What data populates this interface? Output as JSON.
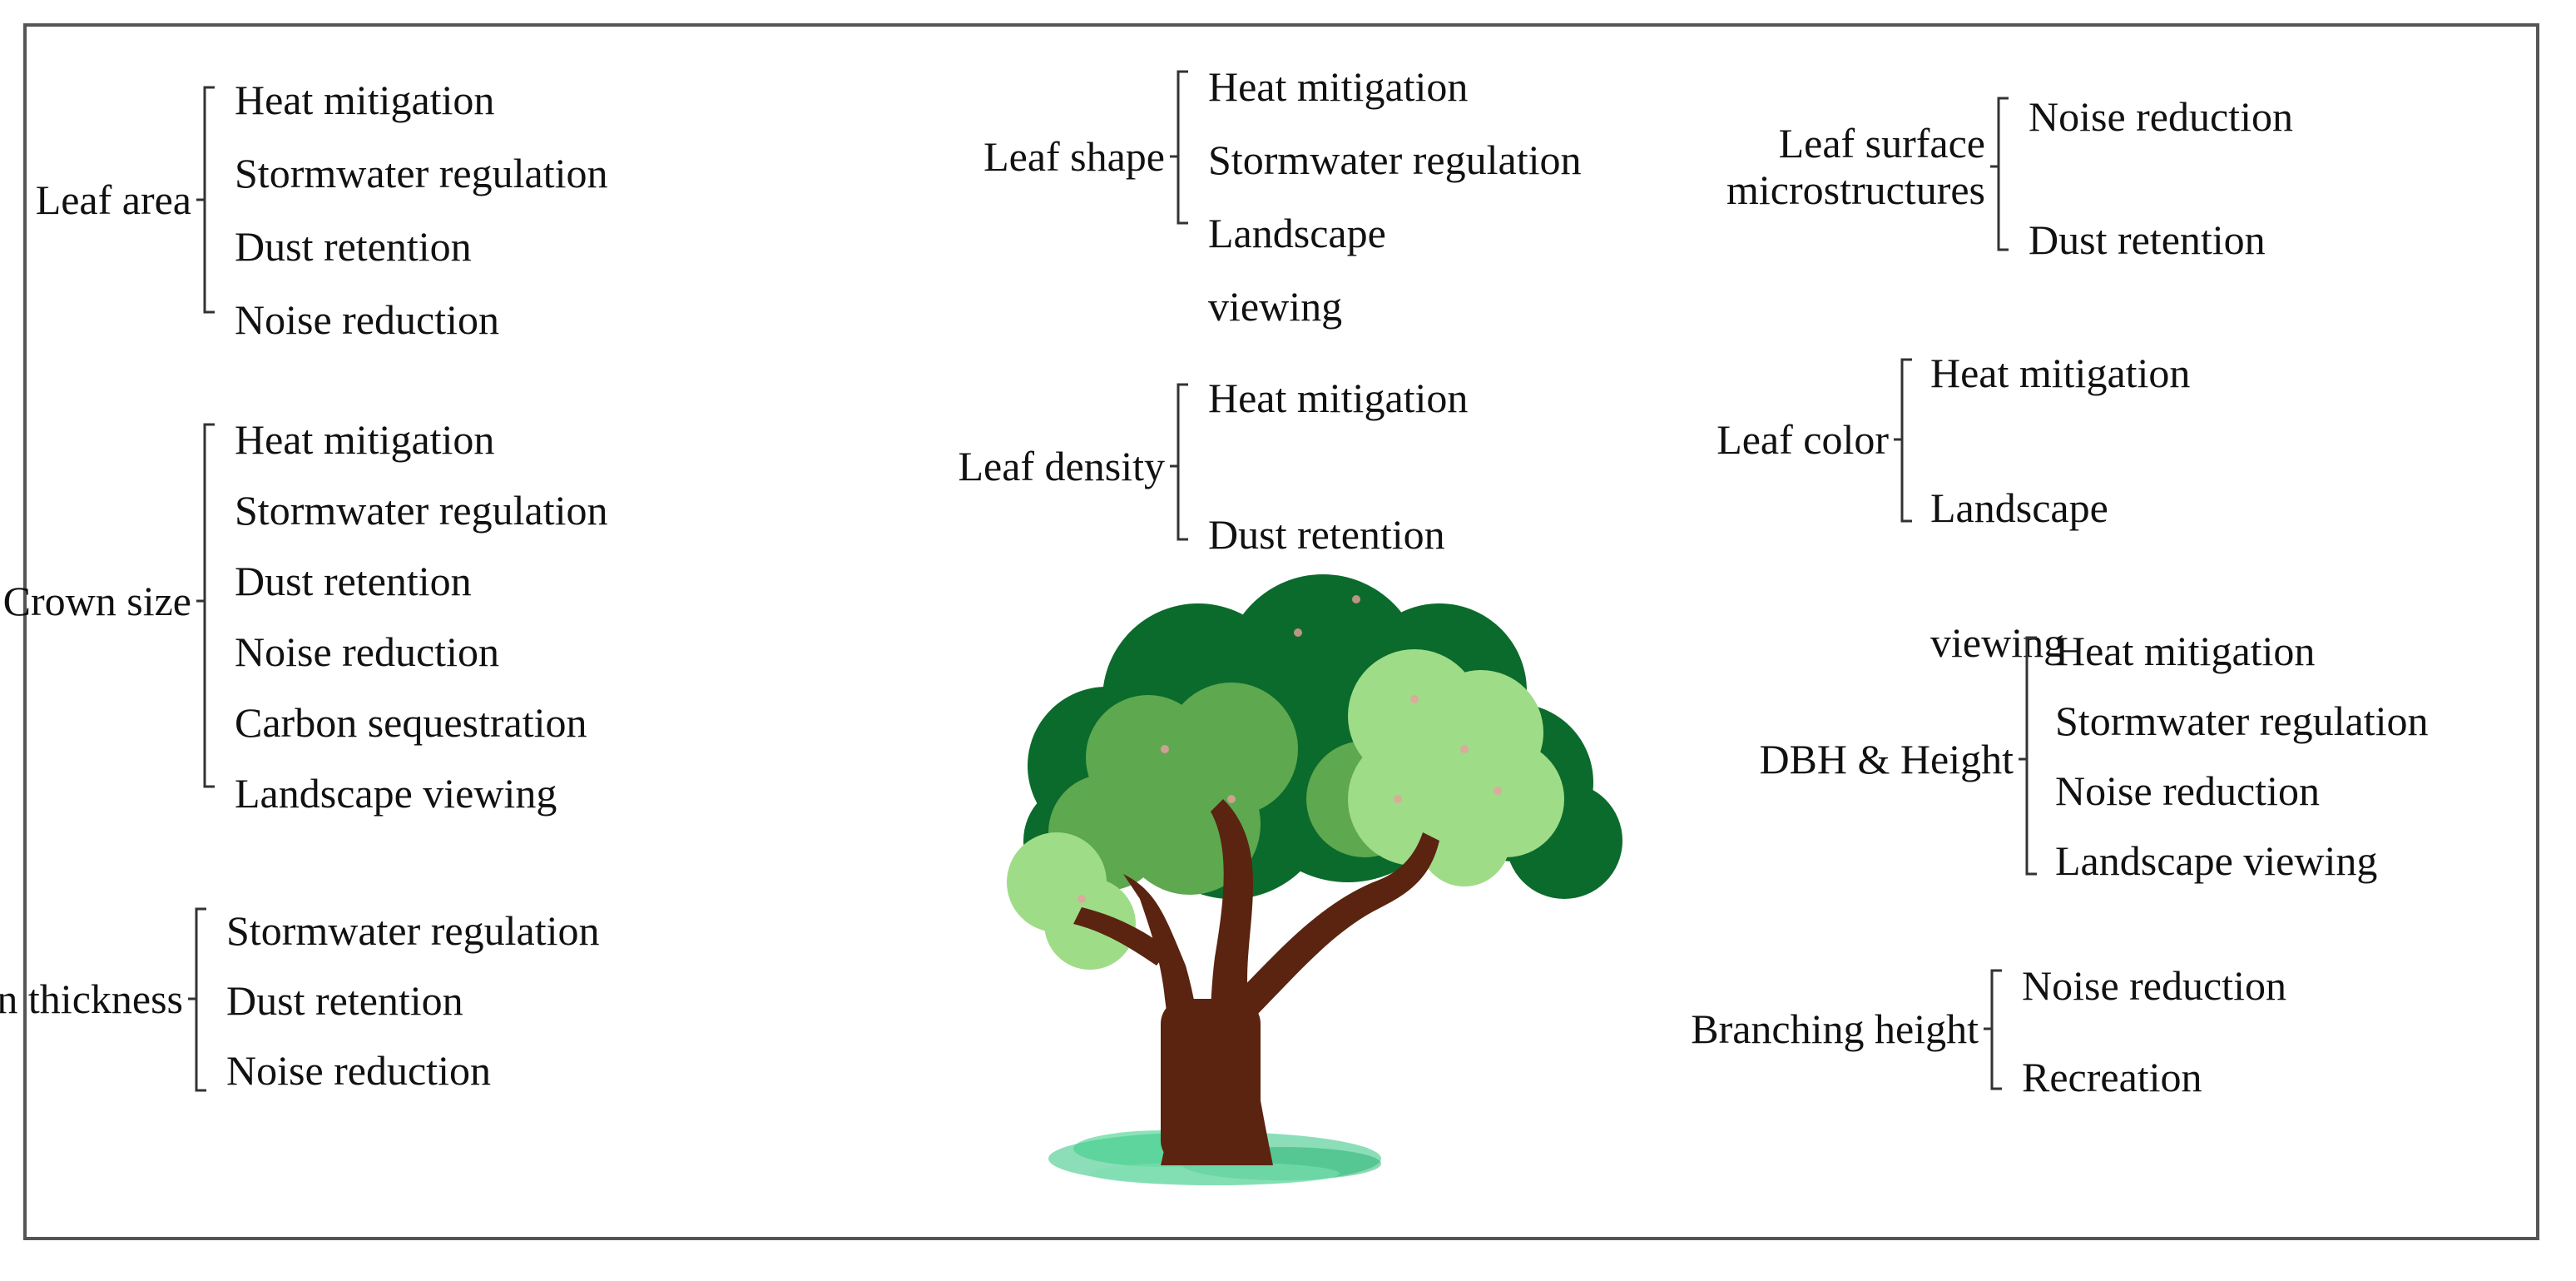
{
  "groups": [
    {
      "id": "leaf-area",
      "trait": [
        "Leaf area"
      ],
      "effects": [
        "Heat mitigation",
        "Stormwater regulation",
        "Dust retention",
        "Noise reduction"
      ]
    },
    {
      "id": "crown-size",
      "trait": [
        "Crown size"
      ],
      "effects": [
        "Heat mitigation",
        "Stormwater regulation",
        "Dust retention",
        "Noise reduction",
        "Carbon sequestration",
        "Landscape viewing"
      ]
    },
    {
      "id": "crown-thickness",
      "trait": [
        "Crown thickness"
      ],
      "effects": [
        "Stormwater regulation",
        "Dust retention",
        "Noise reduction"
      ]
    },
    {
      "id": "leaf-shape",
      "trait": [
        "Leaf shape"
      ],
      "effects": [
        "Heat mitigation",
        "Stormwater regulation",
        "Landscape",
        "viewing"
      ]
    },
    {
      "id": "leaf-density",
      "trait": [
        "Leaf density"
      ],
      "effects": [
        "Heat mitigation",
        "Dust retention"
      ]
    },
    {
      "id": "leaf-surface",
      "trait": [
        "Leaf surface",
        "microstructures"
      ],
      "effects": [
        "Noise reduction",
        "Dust retention"
      ]
    },
    {
      "id": "leaf-color",
      "trait": [
        "Leaf color"
      ],
      "effects": [
        "Heat mitigation",
        "Landscape",
        "viewing"
      ]
    },
    {
      "id": "dbh-height",
      "trait": [
        "DBH & Height"
      ],
      "effects": [
        "Heat mitigation",
        "Stormwater regulation",
        "Noise reduction",
        "Landscape viewing"
      ]
    },
    {
      "id": "branching-height",
      "trait": [
        "Branching height"
      ],
      "effects": [
        "Noise reduction",
        "Recreation"
      ]
    }
  ],
  "colors": {
    "trunk": "#5a2411",
    "canopy_dark": "#0b6b2c",
    "canopy_mid": "#5ea84f",
    "canopy_light": "#9fdc87",
    "grass": "#2ec27e",
    "border": "#555555"
  },
  "icon": "tree-illustration"
}
